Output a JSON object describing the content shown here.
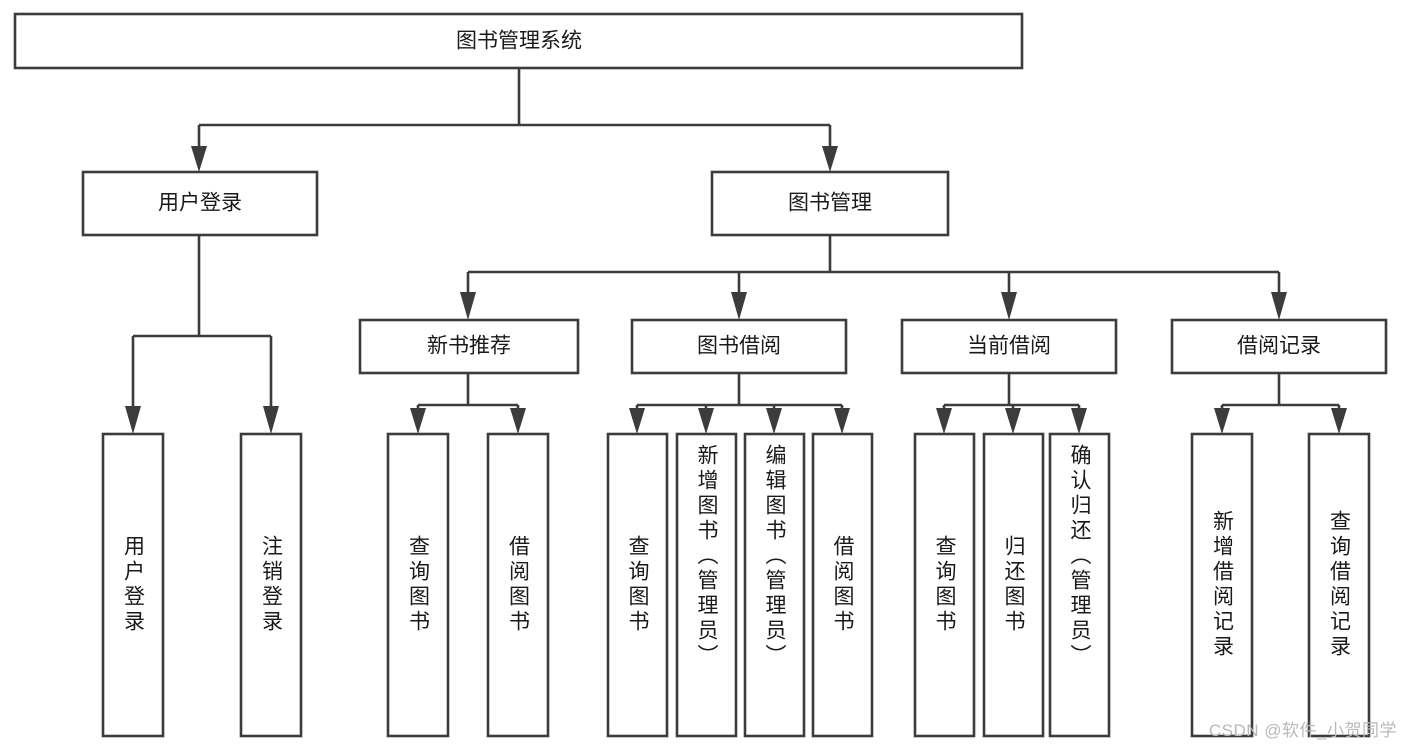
{
  "diagram": {
    "title": "图书管理系统",
    "type": "tree",
    "watermark": "CSDN @软件_小贺同学",
    "colors": {
      "stroke": "#3c3c3c",
      "box_fill": "#ffffff",
      "text": "#1a1a1a",
      "background": "#ffffff",
      "watermark": "#b9b9b9"
    },
    "root": {
      "label": "图书管理系统",
      "level": 0
    },
    "level1": [
      {
        "label": "用户登录",
        "level": 1
      },
      {
        "label": "图书管理",
        "level": 1
      }
    ],
    "level2": [
      {
        "label": "新书推荐",
        "level": 2,
        "parent": "图书管理"
      },
      {
        "label": "图书借阅",
        "level": 2,
        "parent": "图书管理"
      },
      {
        "label": "当前借阅",
        "level": 2,
        "parent": "图书管理"
      },
      {
        "label": "借阅记录",
        "level": 2,
        "parent": "图书管理"
      }
    ],
    "leaves": {
      "user_login": [
        {
          "label": "用户登录",
          "parent": "用户登录"
        },
        {
          "label": "注销登录",
          "parent": "用户登录"
        }
      ],
      "new_book": [
        {
          "label": "查询图书",
          "parent": "新书推荐"
        },
        {
          "label": "借阅图书",
          "parent": "新书推荐"
        }
      ],
      "book_borrow": [
        {
          "label": "查询图书",
          "parent": "图书借阅"
        },
        {
          "label": "新增图书（管理员）",
          "parent": "图书借阅"
        },
        {
          "label": "编辑图书（管理员）",
          "parent": "图书借阅"
        },
        {
          "label": "借阅图书",
          "parent": "图书借阅"
        }
      ],
      "current_borrow": [
        {
          "label": "查询图书",
          "parent": "当前借阅"
        },
        {
          "label": "归还图书",
          "parent": "当前借阅"
        },
        {
          "label": "确认归还（管理员）",
          "parent": "当前借阅"
        }
      ],
      "borrow_record": [
        {
          "label": "新增借阅记录",
          "parent": "借阅记录"
        },
        {
          "label": "查询借阅记录",
          "parent": "借阅记录"
        }
      ]
    }
  }
}
